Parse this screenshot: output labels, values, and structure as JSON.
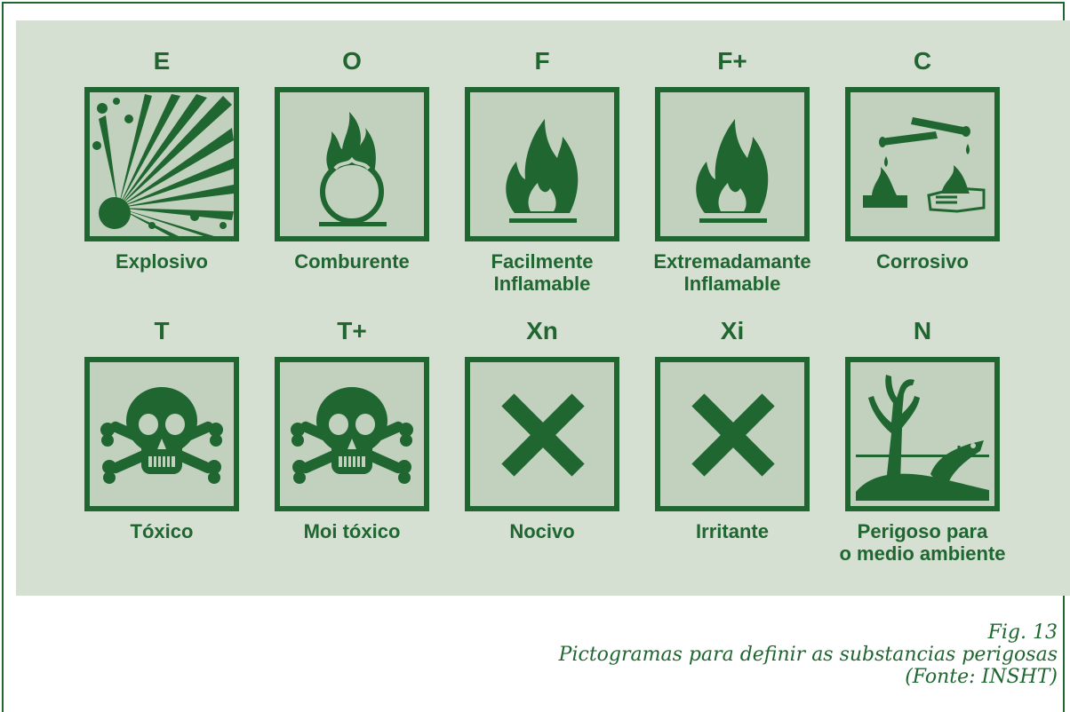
{
  "colors": {
    "accent": "#1f6630",
    "panel": "#d6e0d2",
    "icon_bg": "#c1d1bd"
  },
  "pictograms": [
    {
      "code": "E",
      "label_line1": "Explosivo",
      "label_line2": "",
      "icon": "explosion-icon"
    },
    {
      "code": "O",
      "label_line1": "Comburente",
      "label_line2": "",
      "icon": "flame-over-circle-icon"
    },
    {
      "code": "F",
      "label_line1": "Facilmente",
      "label_line2": "Inflamable",
      "icon": "flame-icon"
    },
    {
      "code": "F+",
      "label_line1": "Extremadamante",
      "label_line2": "Inflamable",
      "icon": "flame-icon"
    },
    {
      "code": "C",
      "label_line1": "Corrosivo",
      "label_line2": "",
      "icon": "corrosion-icon"
    },
    {
      "code": "T",
      "label_line1": "Tóxico",
      "label_line2": "",
      "icon": "skull-crossbones-icon"
    },
    {
      "code": "T+",
      "label_line1": "Moi tóxico",
      "label_line2": "",
      "icon": "skull-crossbones-icon"
    },
    {
      "code": "Xn",
      "label_line1": "Nocivo",
      "label_line2": "",
      "icon": "cross-icon"
    },
    {
      "code": "Xi",
      "label_line1": "Irritante",
      "label_line2": "",
      "icon": "cross-icon"
    },
    {
      "code": "N",
      "label_line1": "Perigoso para",
      "label_line2": "o medio ambiente",
      "icon": "environment-hazard-icon"
    }
  ],
  "caption": {
    "fig": "Fig. 13",
    "line1": "Pictogramas para definir as substancias perigosas",
    "line2": "(Fonte: INSHT)"
  }
}
